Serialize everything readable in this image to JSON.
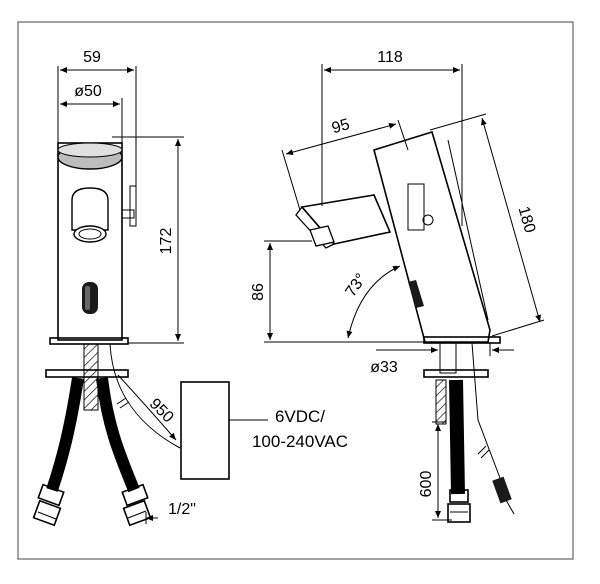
{
  "dimensions": {
    "width_overall": "59",
    "diameter_body": "ø50",
    "height_body": "172",
    "spout_projection": "118",
    "spout_reach": "95",
    "spout_height": "86",
    "angle": "73°",
    "body_length": "180",
    "diameter_base": "ø33",
    "cable_length": "950",
    "hose_length": "600",
    "thread_size": "1/2\""
  },
  "power_box": {
    "line1": "6VDC/",
    "line2": "100-240VAC"
  }
}
